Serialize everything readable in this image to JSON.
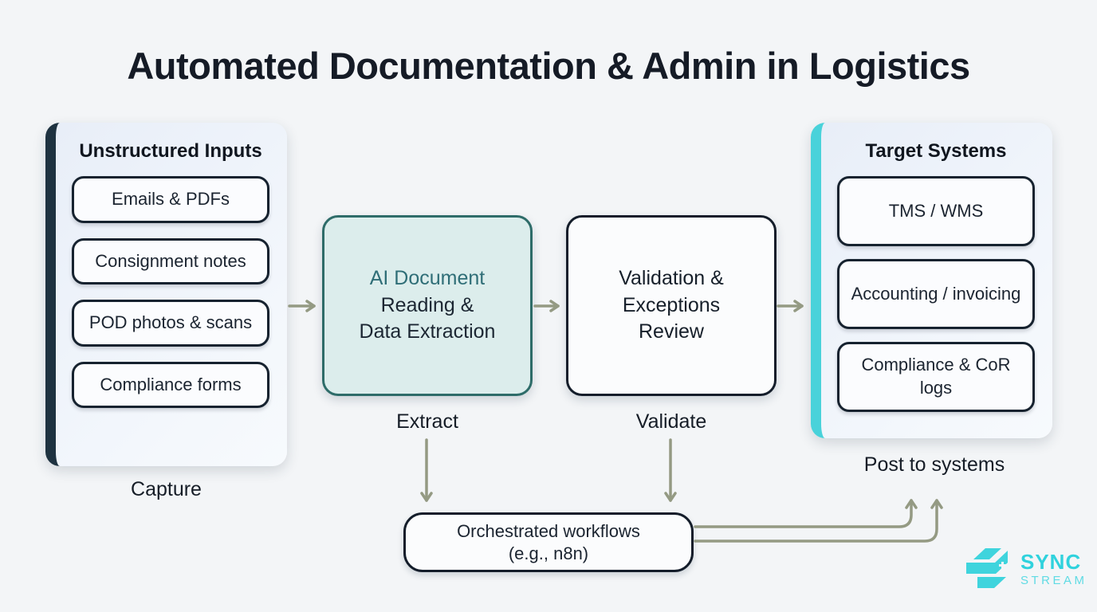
{
  "title": "Automated Documentation & Admin in Logistics",
  "left_panel": {
    "header": "Unstructured Inputs",
    "items": [
      "Emails & PDFs",
      "Consignment notes",
      "POD photos & scans",
      "Compliance forms"
    ],
    "caption": "Capture"
  },
  "extract_box": {
    "line1": "AI Document",
    "line2": "Reading &",
    "line3": "Data Extraction",
    "caption": "Extract"
  },
  "validate_box": {
    "line1": "Validation &",
    "line2": "Exceptions",
    "line3": "Review",
    "caption": "Validate"
  },
  "right_panel": {
    "header": "Target Systems",
    "items": [
      "TMS / WMS",
      "Accounting / invoicing",
      "Compliance & CoR logs"
    ],
    "caption": "Post to systems"
  },
  "workflow_box": {
    "line1": "Orchestrated workflows",
    "line2": "(e.g., n8n)"
  },
  "logo": {
    "name": "SYNC",
    "sub": "STREAM"
  },
  "colors": {
    "background": "#f3f5f7",
    "title_text": "#151b26",
    "panel_left_strip": "#1e3240",
    "panel_right_strip": "#49d2da",
    "panel_background": "#edf2f9",
    "item_border": "#16222f",
    "ai_box_background": "#dcedec",
    "ai_box_border": "#2e6c69",
    "ai_accent_text": "#2f6e77",
    "arrow": "#949a83",
    "logo_cyan": "#2fd2dd"
  }
}
